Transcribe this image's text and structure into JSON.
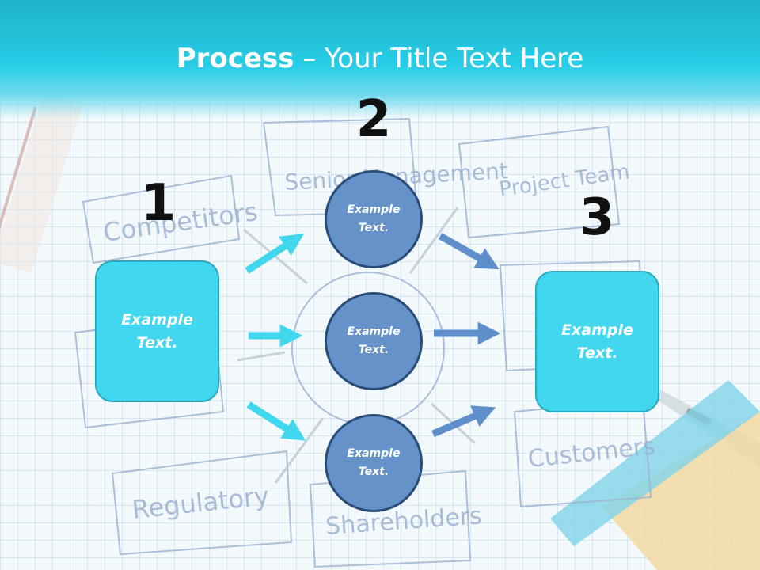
{
  "title": {
    "bold": "Process",
    "rest": " – Your Title Text Here"
  },
  "background_sketch": {
    "labels": [
      "Competitors",
      "Senior Management",
      "Project Team",
      "Regulatory",
      "Shareholders",
      "Customers"
    ]
  },
  "steps": [
    {
      "number": "1",
      "text": "Example Text."
    },
    {
      "number": "2",
      "items": [
        "Example Text.",
        "Example Text.",
        "Example Text."
      ]
    },
    {
      "number": "3",
      "text": "Example Text."
    }
  ],
  "colors": {
    "header": "#27cde6",
    "box_fill": "#41d7ee",
    "circle_fill": "#6592c8",
    "circle_border": "#284d78",
    "arrow_cyan": "#41d7ee",
    "arrow_blue": "#5f8fca"
  }
}
